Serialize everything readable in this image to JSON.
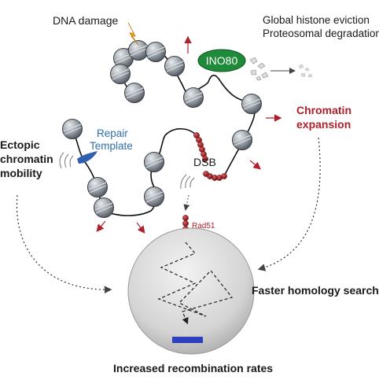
{
  "labels": {
    "dna_damage": "DNA damage",
    "global_eviction_line1": "Global histone eviction",
    "global_eviction_line2": "Proteosomal degradation",
    "ino80": "INO80",
    "chromatin_expansion_line1": "Chromatin",
    "chromatin_expansion_line2": "expansion",
    "ectopic_line1": "Ectopic",
    "ectopic_line2": "chromatin",
    "ectopic_line3": "mobility",
    "repair_template_line1": "Repair",
    "repair_template_line2": "Template",
    "dsb": "DSB",
    "rad51": "Rad51",
    "faster_homology": "Faster homology search",
    "increased_recombination": "Increased recombination rates"
  },
  "colors": {
    "nucleosome": "#8f959c",
    "ino80": "#1f8a3a",
    "dark_red": "#b0202a",
    "repair_blue": "#2f5fb0",
    "target_blue": "#2d3fc0",
    "text": "#1a1a1a"
  }
}
